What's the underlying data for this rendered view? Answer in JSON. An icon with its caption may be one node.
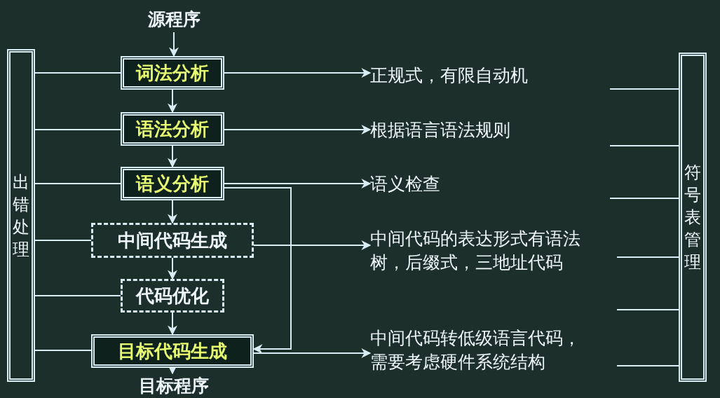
{
  "diagram": {
    "nodes": [
      {
        "text": [
          "源程序"
        ]
      },
      {
        "text": [
          "词法分析"
        ]
      },
      {
        "text": [
          "语法分析"
        ]
      },
      {
        "text": [
          "语义分析"
        ]
      },
      {
        "text": [
          "中间代码生成"
        ]
      },
      {
        "text": [
          "代码优化"
        ]
      },
      {
        "text": [
          "目标代码生成"
        ]
      },
      {
        "text": [
          "目标程序"
        ]
      },
      {
        "text": [
          "正规式，有限自动机"
        ]
      },
      {
        "text": [
          "根据语言语法规则"
        ]
      },
      {
        "text": [
          "语义检查"
        ]
      },
      {
        "text": [
          "中间代码的表达形式有语法树，后缀式，三地址代码"
        ]
      },
      {
        "text": [
          "中间代码转低级语言代码，需要考虑硬件系统结构"
        ]
      },
      {
        "text": [
          "出错处理"
        ]
      },
      {
        "text": [
          "符号表管理"
        ]
      }
    ],
    "edges": [
      {
        "from": 0,
        "to": 1,
        "arrow": "to"
      },
      {
        "from": 1,
        "to": 2,
        "arrow": "to"
      },
      {
        "from": 2,
        "to": 3,
        "arrow": "to"
      },
      {
        "from": 3,
        "to": 4,
        "arrow": "to"
      },
      {
        "from": 4,
        "to": 5,
        "arrow": "to"
      },
      {
        "from": 5,
        "to": 6,
        "arrow": "to"
      },
      {
        "from": 6,
        "to": 7,
        "arrow": "to"
      },
      {
        "from": 1,
        "to": 8,
        "arrow": "to"
      },
      {
        "from": 2,
        "to": 9,
        "arrow": "to"
      },
      {
        "from": 3,
        "to": 10,
        "arrow": "to"
      },
      {
        "from": 4,
        "to": 11,
        "arrow": "to"
      },
      {
        "from": 3,
        "to": 6,
        "arrow": "to"
      },
      {
        "from": 6,
        "to": 12,
        "arrow": "to"
      },
      {
        "from": 13,
        "to": 1,
        "arrow": "none"
      },
      {
        "from": 13,
        "to": 2,
        "arrow": "none"
      },
      {
        "from": 13,
        "to": 3,
        "arrow": "none"
      },
      {
        "from": 13,
        "to": 4,
        "arrow": "none"
      },
      {
        "from": 13,
        "to": 5,
        "arrow": "none"
      },
      {
        "from": 13,
        "to": 6,
        "arrow": "none"
      },
      {
        "from": 14,
        "to": null,
        "arrow": "none"
      },
      {
        "from": 14,
        "to": null,
        "arrow": "none"
      },
      {
        "from": 14,
        "to": null,
        "arrow": "none"
      },
      {
        "from": 14,
        "to": null,
        "arrow": "none"
      },
      {
        "from": 14,
        "to": null,
        "arrow": "none"
      },
      {
        "from": 14,
        "to": null,
        "arrow": "none"
      }
    ]
  }
}
